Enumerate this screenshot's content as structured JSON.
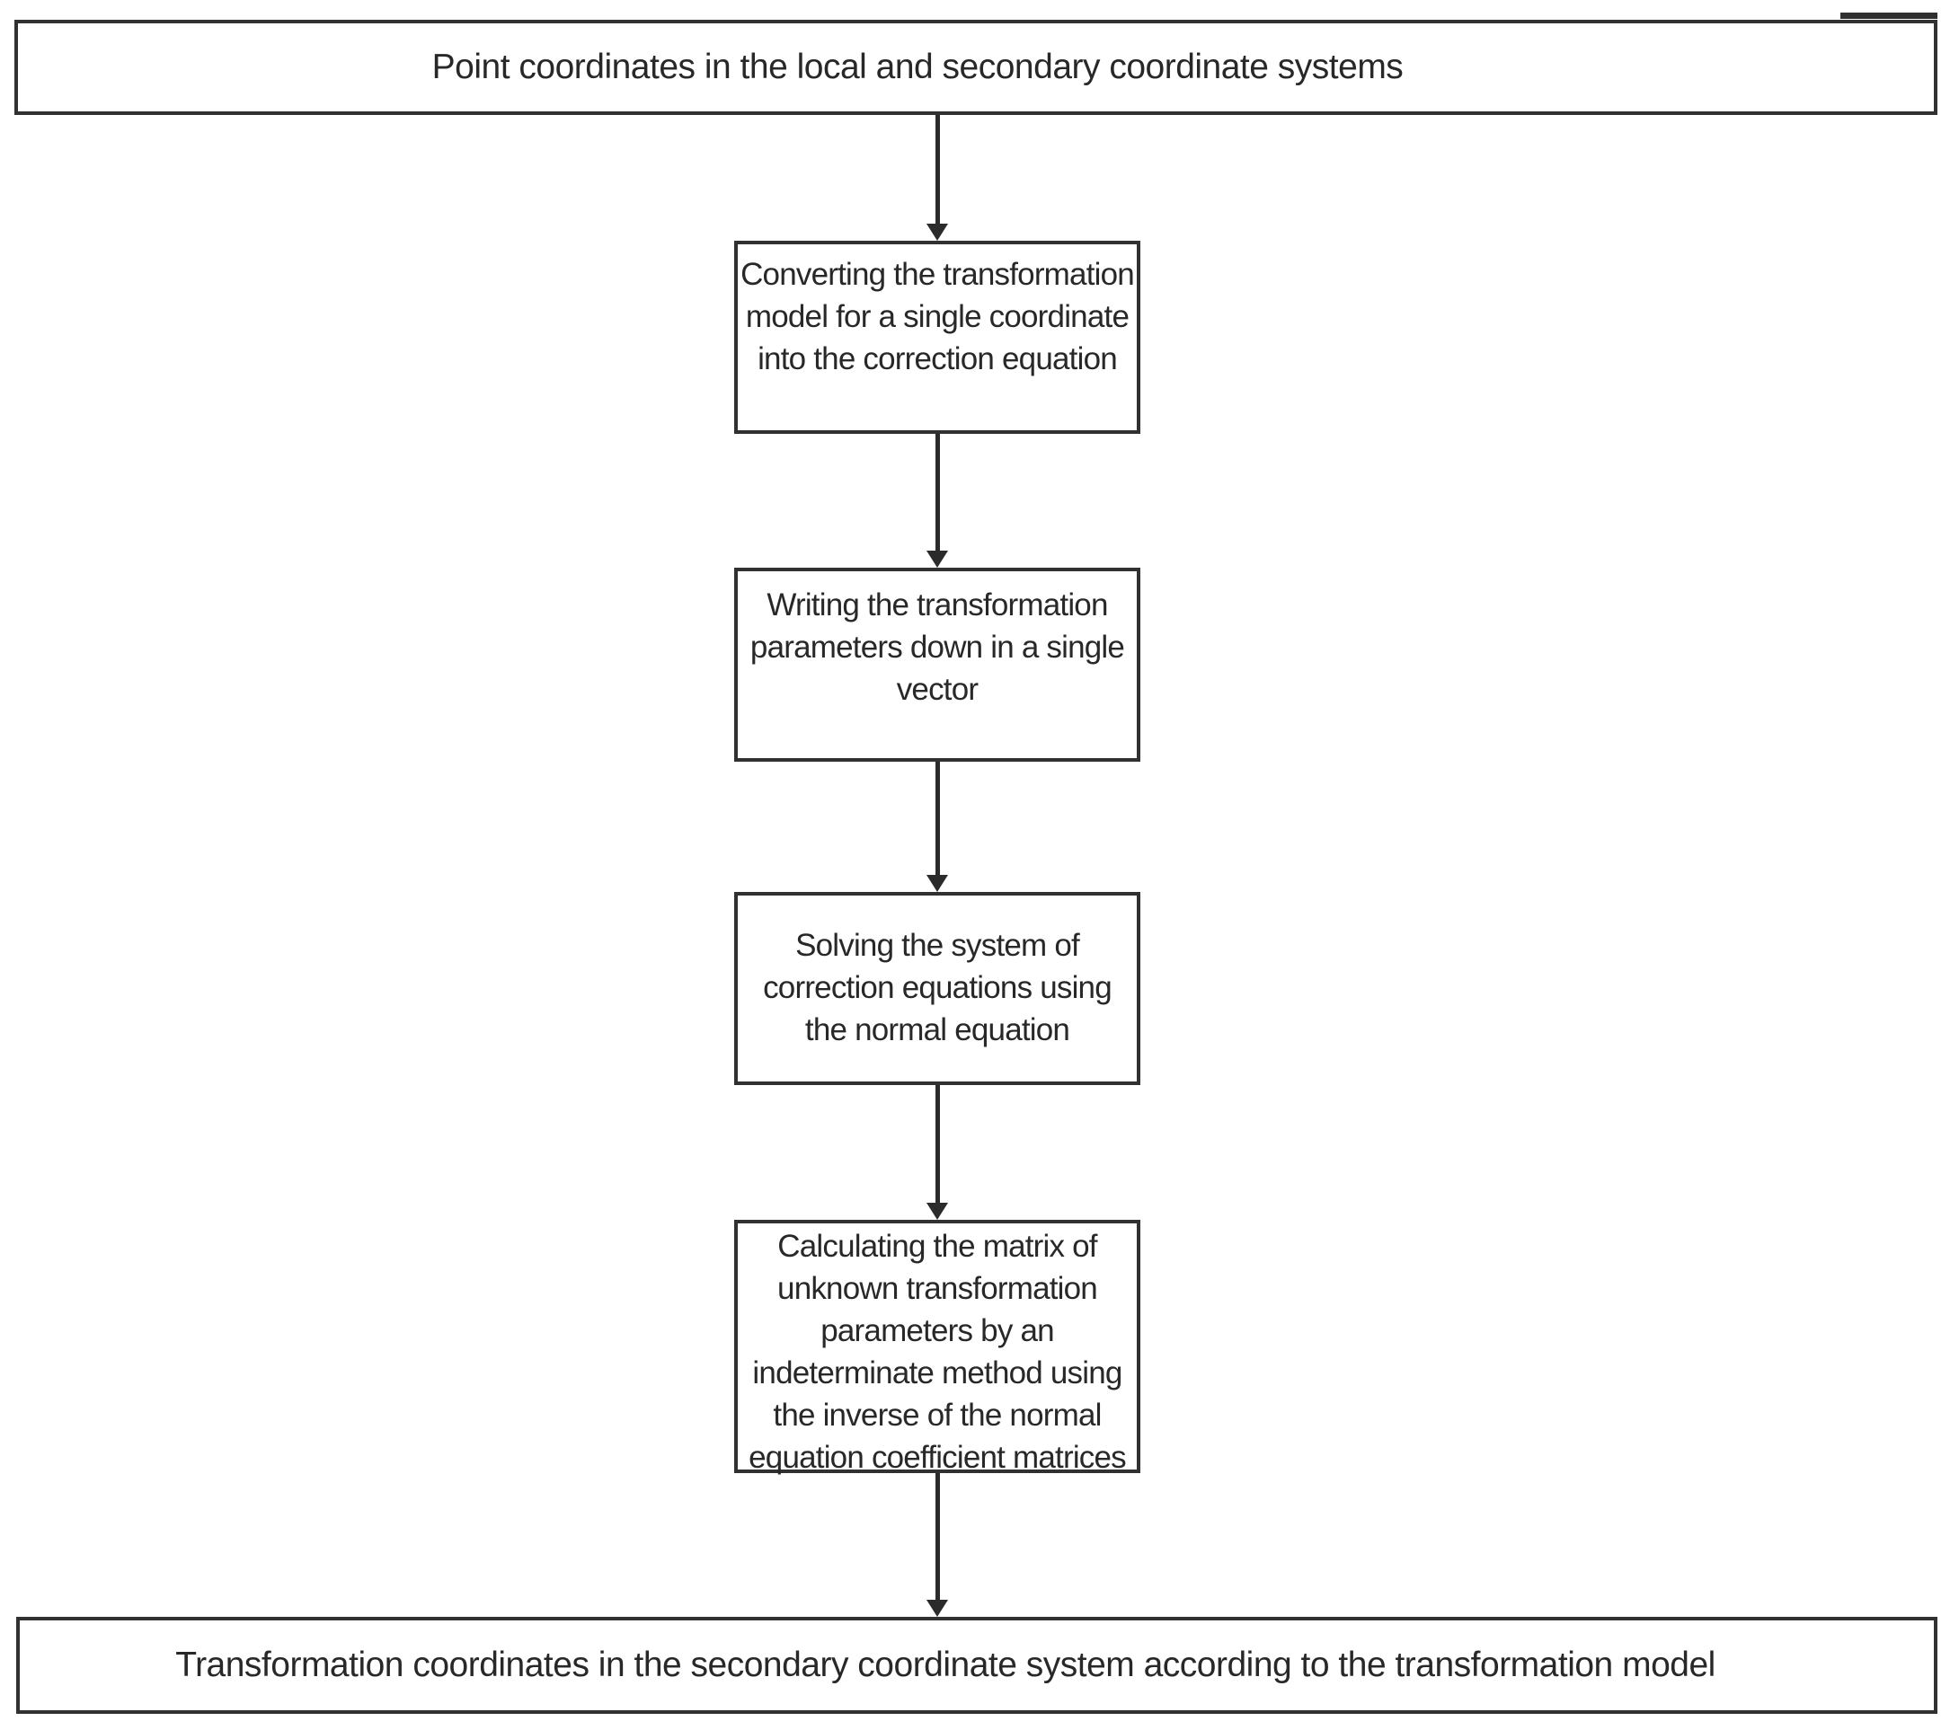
{
  "diagram": {
    "type": "flowchart",
    "direction": "top-down",
    "colors": {
      "background": "#ffffff",
      "node_fill": "#ffffff",
      "border": "#313131",
      "text": "#282828",
      "arrow": "#2b2b2b"
    },
    "nodes": [
      {
        "id": "input",
        "shape": "rect-wide",
        "label": "Point coordinates in the local and secondary coordinate systems"
      },
      {
        "id": "step-1",
        "shape": "rect-process",
        "label": "Converting the transformation\nmodel for a single coordinate\ninto the correction equation"
      },
      {
        "id": "step-2",
        "shape": "rect-process",
        "label": "Writing the transformation\nparameters down in a single\nvector"
      },
      {
        "id": "step-3",
        "shape": "rect-process",
        "label": "Solving the system of\ncorrection equations using\nthe normal equation"
      },
      {
        "id": "step-4",
        "shape": "rect-process",
        "label": "Calculating the matrix of\nunknown transformation\nparameters by an\nindeterminate method using\nthe inverse of the normal\nequation coefficient matrices"
      },
      {
        "id": "output",
        "shape": "rect-wide",
        "label": "Transformation coordinates in the secondary coordinate system according to the transformation model"
      }
    ],
    "edges": [
      {
        "from": "input",
        "to": "step-1",
        "style": "solid-arrow-down"
      },
      {
        "from": "step-1",
        "to": "step-2",
        "style": "solid-arrow-down"
      },
      {
        "from": "step-2",
        "to": "step-3",
        "style": "solid-arrow-down"
      },
      {
        "from": "step-3",
        "to": "step-4",
        "style": "solid-arrow-down"
      },
      {
        "from": "step-4",
        "to": "output",
        "style": "solid-arrow-down"
      }
    ]
  }
}
